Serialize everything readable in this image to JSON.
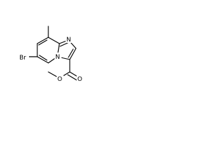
{
  "molecule": {
    "atoms": {
      "bromine": "Br",
      "ring_nitrogen": "N",
      "bridge_nitrogen": "N",
      "carbonyl_oxygen": "O",
      "ester_oxygen": "O"
    },
    "colors": {
      "ink": "#000000",
      "background": "#ffffff"
    }
  }
}
